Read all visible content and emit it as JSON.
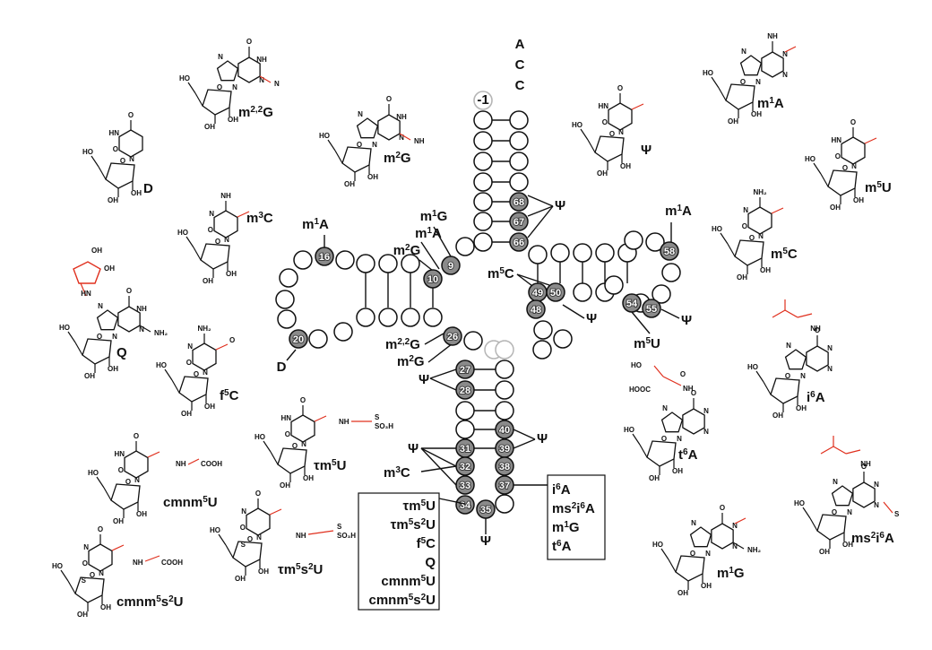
{
  "colors": {
    "modification": "#e0301e",
    "filled_nucleotide": "#8a8a8a",
    "faded_nucleotide": "#b5b5b5",
    "line": "#111111"
  },
  "acceptor_end": {
    "letters": [
      "A",
      "C",
      "C"
    ],
    "minus_one_label": "-1"
  },
  "numbered_positions": [
    "9",
    "10",
    "16",
    "20",
    "26",
    "27",
    "28",
    "31",
    "32",
    "33",
    "34",
    "35",
    "37",
    "38",
    "39",
    "40",
    "48",
    "49",
    "50",
    "54",
    "55",
    "58",
    "66",
    "67",
    "68"
  ],
  "diagram_labels": {
    "psi": "Ψ",
    "m1A_16": [
      "m",
      "1",
      "A"
    ],
    "m1G_9": [
      "m",
      "1",
      "G"
    ],
    "m1A_9": [
      "m",
      "1",
      "A"
    ],
    "m2G_10": [
      "m",
      "2",
      "G"
    ],
    "m1A_58": [
      "m",
      "1",
      "A"
    ],
    "m5C_49": [
      "m",
      "5",
      "C"
    ],
    "m5U_54": [
      "m",
      "5",
      "U"
    ],
    "m22G_26": [
      "m",
      "2,2",
      "G"
    ],
    "m2G_26": [
      "m",
      "2",
      "G"
    ],
    "m3C_32": [
      "m",
      "3",
      "C"
    ],
    "D_20": "D"
  },
  "box_left": [
    [
      "τm",
      "5",
      "U"
    ],
    [
      "τm",
      "5",
      "s",
      "2",
      "U"
    ],
    [
      "f",
      "5",
      "C"
    ],
    [
      "Q"
    ],
    [
      "cmnm",
      "5",
      "U"
    ],
    [
      "cmnm",
      "5",
      "s",
      "2",
      "U"
    ]
  ],
  "box_right": [
    [
      "i",
      "6",
      "A"
    ],
    [
      "ms",
      "2",
      "i",
      "6",
      "A"
    ],
    [
      "m",
      "1",
      "G"
    ],
    [
      "t",
      "6",
      "A"
    ]
  ],
  "structures": {
    "m22G": [
      "m",
      "2,2",
      "G"
    ],
    "m2G": [
      "m",
      "2",
      "G"
    ],
    "psi": "Ψ",
    "m1A": [
      "m",
      "1",
      "A"
    ],
    "D": "D",
    "m3C": [
      "m",
      "3",
      "C"
    ],
    "m5U": [
      "m",
      "5",
      "U"
    ],
    "m5C": [
      "m",
      "5",
      "C"
    ],
    "Q": "Q",
    "f5C": [
      "f",
      "5",
      "C"
    ],
    "i6A": [
      "i",
      "6",
      "A"
    ],
    "taum5U": [
      "τm",
      "5",
      "U"
    ],
    "t6A": [
      "t",
      "6",
      "A"
    ],
    "cmnm5U": [
      "cmnm",
      "5",
      "U"
    ],
    "taum5s2U": [
      "τm",
      "5",
      "s",
      "2",
      "U"
    ],
    "ms2i6A": [
      "ms",
      "2",
      "i",
      "6",
      "A"
    ],
    "m1G": [
      "m",
      "1",
      "G"
    ],
    "cmnm5s2U": [
      "cmnm",
      "5",
      "s",
      "2",
      "U"
    ]
  },
  "chem_text": {
    "OH": "OH",
    "HO": "HO",
    "O": "O",
    "N": "N",
    "NH": "NH",
    "NH2": "NH₂",
    "HN": "HN",
    "H": "H",
    "COOH": "COOH",
    "HOOC": "HOOC",
    "S": "S",
    "SO3H": "SO₃H"
  }
}
